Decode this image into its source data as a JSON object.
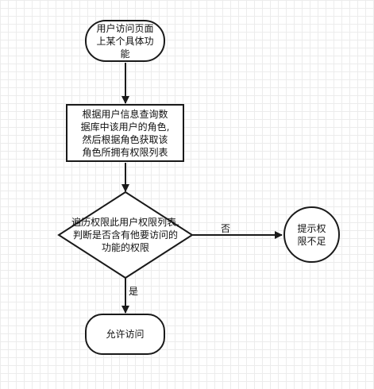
{
  "nodes": {
    "start": {
      "lines": [
        "用户访问页面",
        "上某个具体功",
        "能"
      ]
    },
    "process": {
      "lines": [
        "根据用户信息查询数",
        "据库中该用户的角色,",
        "然后根据角色获取该",
        "角色所拥有权限列表"
      ]
    },
    "decision": {
      "lines": [
        "遍历权限此用户权限列表,",
        "判断是否含有他要访问的",
        "功能的权限"
      ]
    },
    "deny": {
      "lines": [
        "提示权",
        "限不足"
      ]
    },
    "allow": {
      "lines": [
        "允许访问"
      ]
    }
  },
  "edges": {
    "no_label": "否",
    "yes_label": "是"
  },
  "colors": {
    "stroke": "#1a1a1a",
    "background": "#ffffff",
    "grid": "#ececec"
  }
}
